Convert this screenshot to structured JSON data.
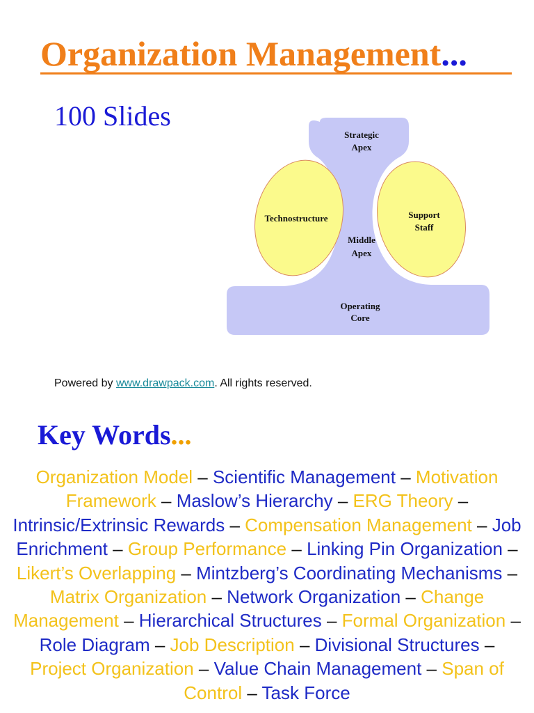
{
  "title": {
    "text": "Organization Management",
    "dots": "..."
  },
  "slides_count": "100 Slides",
  "diagram": {
    "strategic_apex": [
      "Strategic",
      "Apex"
    ],
    "technostructure": "Technostructure",
    "support_staff": [
      "Support",
      "Staff"
    ],
    "middle_apex": [
      "Middle",
      "Apex"
    ],
    "operating_core": [
      "Operating",
      "Core"
    ]
  },
  "powered": {
    "prefix": "Powered by ",
    "link_text": "www.drawpack.com",
    "suffix": ". All rights reserved."
  },
  "key_words": {
    "title": "Key Words",
    "dots": "..."
  },
  "keywords": [
    {
      "text": "Organization Model",
      "color": "yellow"
    },
    {
      "text": "Scientific Management",
      "color": "blue"
    },
    {
      "text": "Motivation Framework",
      "color": "yellow"
    },
    {
      "text": "Maslow’s Hierarchy",
      "color": "blue"
    },
    {
      "text": "ERG Theory",
      "color": "yellow"
    },
    {
      "text": "Intrinsic/Extrinsic Rewards",
      "color": "blue"
    },
    {
      "text": "Compensation Management",
      "color": "yellow"
    },
    {
      "text": "Job Enrichment",
      "color": "blue"
    },
    {
      "text": "Group Performance",
      "color": "yellow"
    },
    {
      "text": "Linking Pin Organization",
      "color": "blue"
    },
    {
      "text": "Likert’s Overlapping",
      "color": "yellow"
    },
    {
      "text": "Mintzberg’s Coordinating Mechanisms",
      "color": "blue"
    },
    {
      "text": "Matrix Organization",
      "color": "yellow"
    },
    {
      "text": "Network Organization",
      "color": "blue"
    },
    {
      "text": "Change Management",
      "color": "yellow"
    },
    {
      "text": "Hierarchical Structures",
      "color": "blue"
    },
    {
      "text": "Formal Organization",
      "color": "yellow"
    },
    {
      "text": "Role Diagram",
      "color": "blue"
    },
    {
      "text": "Job Description",
      "color": "yellow"
    },
    {
      "text": "Divisional Structures",
      "color": "blue"
    },
    {
      "text": "Project Organization",
      "color": "yellow"
    },
    {
      "text": "Value Chain Management",
      "color": "blue"
    },
    {
      "text": "Span of Control",
      "color": "yellow"
    },
    {
      "text": "Task Force",
      "color": "blue"
    }
  ],
  "separator": " – ",
  "colors": {
    "title_orange": "#f07f1a",
    "heading_blue": "#1a1ad6",
    "keyword_yellow": "#f3c21b",
    "keyword_blue": "#1f2bc6",
    "diagram_lavender": "#c6c8f6",
    "diagram_yellow": "#fbfa8c"
  }
}
